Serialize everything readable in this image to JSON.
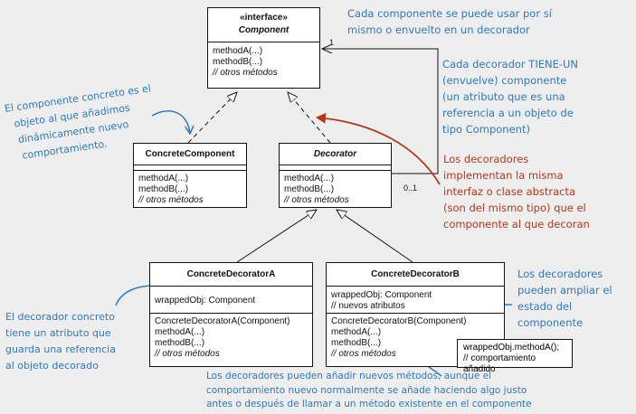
{
  "classes": {
    "component": {
      "stereotype": "«interface»",
      "name": "Component",
      "methods": [
        "methodA(...)",
        "methodB(...)",
        "// otros métodos"
      ]
    },
    "concrete_component": {
      "name": "ConcreteComponent",
      "methods": [
        "methodA(...)",
        "methodB(...)",
        "// otros métodos"
      ]
    },
    "decorator": {
      "name": "Decorator",
      "methods": [
        "methodA(...)",
        "methodB(...)",
        "// otros métodos"
      ]
    },
    "concrete_decorator_a": {
      "name": "ConcreteDecoratorA",
      "attributes": [
        "wrappedObj: Component"
      ],
      "methods": [
        "ConcreteDecoratorA(Component)",
        "methodA(...)",
        "methodB(...)",
        "// otros métodos"
      ]
    },
    "concrete_decorator_b": {
      "name": "ConcreteDecoratorB",
      "attributes": [
        "wrappedObj: Component",
        "// nuevos atributos"
      ],
      "methods": [
        "ConcreteDecoratorB(Component)",
        "methodA(...)",
        "methodB(...)",
        "// otros métodos"
      ]
    }
  },
  "multiplicity": {
    "one": "1",
    "zero_one": "0..1"
  },
  "code_note": [
    "wrappedObj.methodA();",
    "// comportamiento añadido"
  ],
  "annotations": {
    "top_right": [
      "Cada componente se puede usar por sí",
      "mismo o envuelto en un decorador"
    ],
    "has_a": [
      "Cada decorador TIENE-UN",
      "(envuelve) componente",
      "(un atributo que es una",
      "referencia a un objeto de",
      "tipo Component)"
    ],
    "concrete_component": [
      "El componente concreto es el",
      "objeto al que añadimos",
      "dinámicamente nuevo",
      "comportamiento."
    ],
    "same_interface": [
      "Los decoradores",
      "implementan la misma",
      "interfaz o clase abstracta",
      "(son del mismo tipo) que el",
      "componente al que decoran"
    ],
    "extend_state": [
      "Los decoradores",
      "pueden ampliar el",
      "estado del",
      "componente"
    ],
    "wraps_reference": [
      "El decorador concreto",
      "tiene un atributo que",
      "guarda una referencia",
      "al objeto decorado"
    ],
    "new_methods": [
      "Los decoradores pueden añadir nuevos métodos, aunque el",
      "comportamiento nuevo normalmente se añade haciendo algo justo",
      "antes o después de llamar a un método existente en el componente"
    ]
  },
  "colors": {
    "blue_note": "#2e79bd",
    "red_note": "#b5361b",
    "line": "#111111",
    "background": "#eeeeee"
  }
}
